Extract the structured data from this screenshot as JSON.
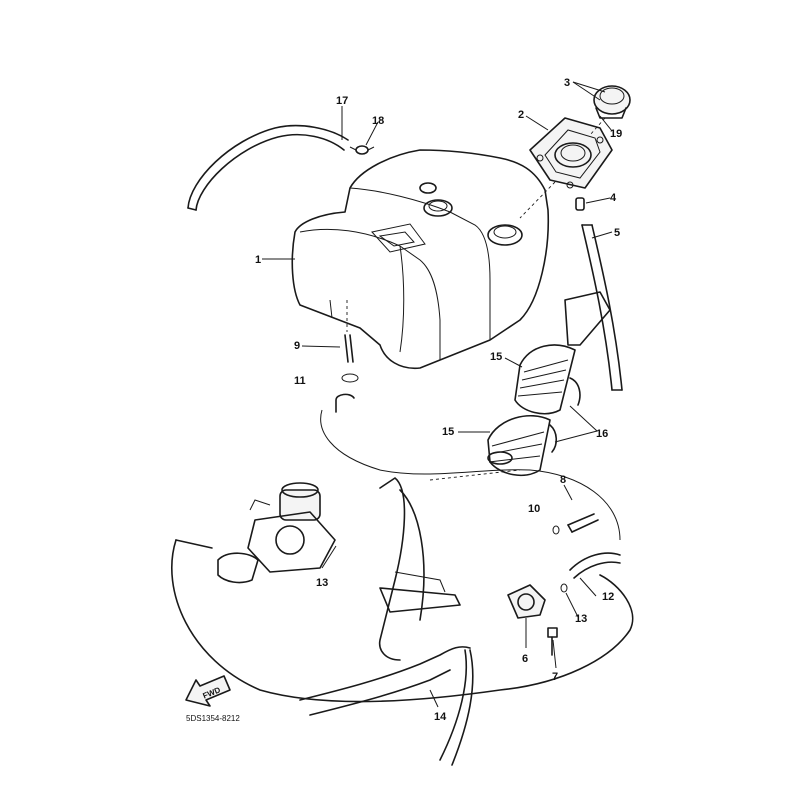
{
  "diagram": {
    "callouts": [
      "1",
      "2",
      "3",
      "4",
      "5",
      "6",
      "7",
      "8",
      "9",
      "10",
      "11",
      "12",
      "13",
      "13",
      "14",
      "15",
      "15",
      "16",
      "17",
      "18",
      "19"
    ],
    "fwd_label": "FWD",
    "drawing_code": "5DS1354-8212"
  }
}
